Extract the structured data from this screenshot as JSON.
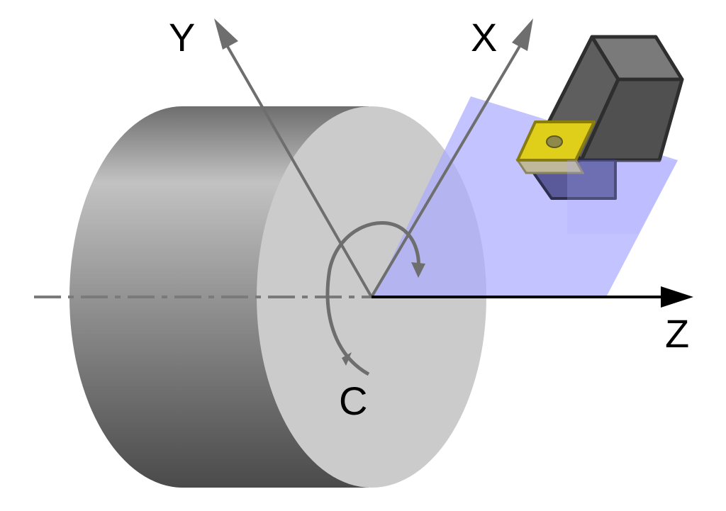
{
  "axes": {
    "x_label": "X",
    "y_label": "Y",
    "z_label": "Z",
    "c_label": "C"
  },
  "colors": {
    "background": "#ffffff",
    "workpiece_face": "#cbcbcb",
    "workpiece_side_light": "#bdbdbd",
    "workpiece_side_dark": "#525252",
    "axis_gray": "#6e6e6e",
    "z_axis": "#000000",
    "plane_fill": "#aaaaff",
    "tool_holder": "#5a5a5a",
    "insert": "#e0cf1a"
  },
  "icons": [
    "workpiece-cylinder",
    "cutting-tool",
    "xz-plane",
    "rotation-arrow-c"
  ]
}
